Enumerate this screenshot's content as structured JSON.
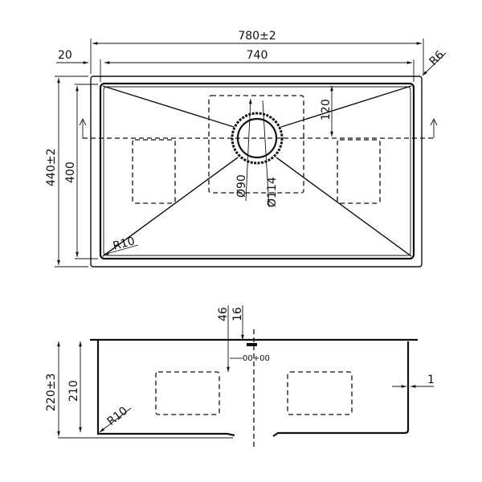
{
  "top_view": {
    "overall_width": "780±2",
    "bowl_width": "740",
    "flange": "20",
    "corner_radius_outer": "R6",
    "overall_depth": "440±2",
    "bowl_depth": "400",
    "drain_offset": "120",
    "drain_inner_dia": "Ø90",
    "drain_outer_dia": "Ø114",
    "inner_corner_radius": "R10"
  },
  "side_view": {
    "overall_height": "220±3",
    "bowl_height": "210",
    "dim_46": "46",
    "dim_16": "16",
    "thickness": "1",
    "corner_radius": "R10"
  }
}
